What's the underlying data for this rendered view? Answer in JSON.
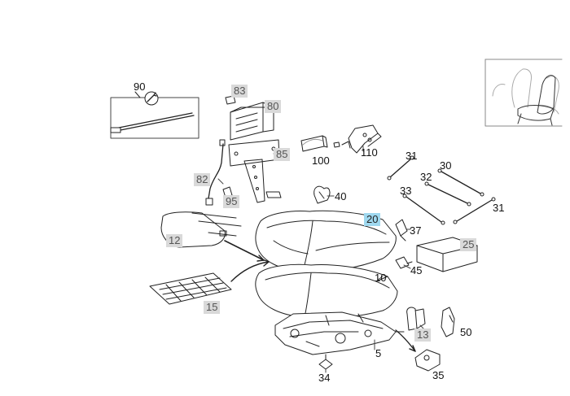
{
  "diagram": {
    "part_labels": [
      {
        "id": "p90",
        "text": "90",
        "style": "plain"
      },
      {
        "id": "p83",
        "text": "83",
        "style": "boxed"
      },
      {
        "id": "p80",
        "text": "80",
        "style": "boxed"
      },
      {
        "id": "p85",
        "text": "85",
        "style": "boxed"
      },
      {
        "id": "p82",
        "text": "82",
        "style": "boxed"
      },
      {
        "id": "p95",
        "text": "95",
        "style": "boxed"
      },
      {
        "id": "p100",
        "text": "100",
        "style": "plain"
      },
      {
        "id": "p110",
        "text": "110",
        "style": "plain"
      },
      {
        "id": "p40",
        "text": "40",
        "style": "plain"
      },
      {
        "id": "p31a",
        "text": "31",
        "style": "plain"
      },
      {
        "id": "p30",
        "text": "30",
        "style": "plain"
      },
      {
        "id": "p32",
        "text": "32",
        "style": "plain"
      },
      {
        "id": "p33",
        "text": "33",
        "style": "plain"
      },
      {
        "id": "p31b",
        "text": "31",
        "style": "plain"
      },
      {
        "id": "p20",
        "text": "20",
        "style": "highlight"
      },
      {
        "id": "p37",
        "text": "37",
        "style": "plain"
      },
      {
        "id": "p25",
        "text": "25",
        "style": "boxed"
      },
      {
        "id": "p12",
        "text": "12",
        "style": "boxed"
      },
      {
        "id": "p45",
        "text": "45",
        "style": "plain"
      },
      {
        "id": "p10",
        "text": "10",
        "style": "plain"
      },
      {
        "id": "p15",
        "text": "15",
        "style": "boxed"
      },
      {
        "id": "p13",
        "text": "13",
        "style": "boxed"
      },
      {
        "id": "p50",
        "text": "50",
        "style": "plain"
      },
      {
        "id": "p5",
        "text": "5",
        "style": "plain"
      },
      {
        "id": "p34",
        "text": "34",
        "style": "plain"
      },
      {
        "id": "p35",
        "text": "35",
        "style": "plain"
      }
    ],
    "colors": {
      "line": "#222222",
      "label_box": "#d9d9d9",
      "label_highlight": "#9fd8ef",
      "inset_border": "#888888"
    }
  }
}
